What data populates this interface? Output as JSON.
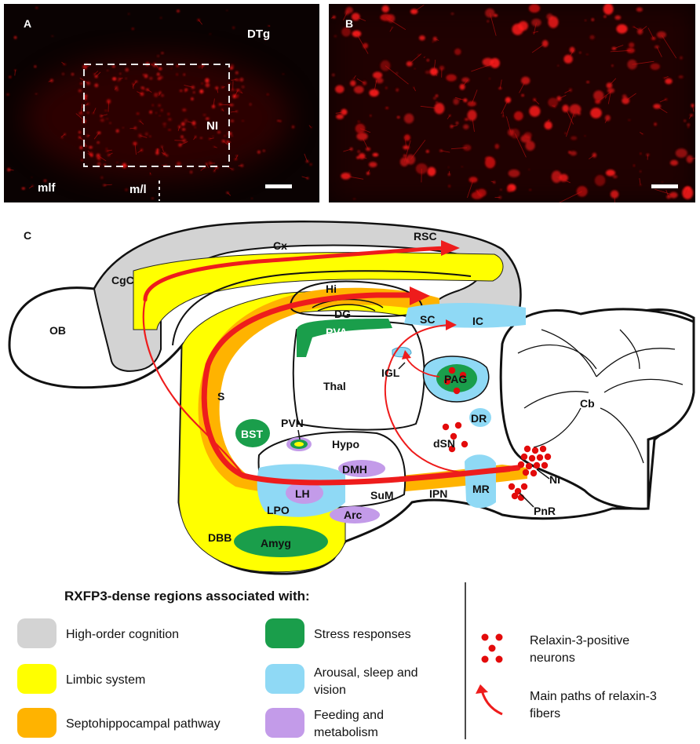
{
  "panels": {
    "a": {
      "letter": "A",
      "labels": {
        "dtg": "DTg",
        "ni": "NI",
        "mlf": "mlf",
        "ml": "m/l"
      }
    },
    "b": {
      "letter": "B"
    },
    "c": {
      "letter": "C",
      "regions": {
        "cx": "Cx",
        "rsc": "RSC",
        "cgc": "CgC",
        "ob": "OB",
        "hi": "Hi",
        "dg": "DG",
        "pva": "PVA",
        "sc": "SC",
        "ic": "IC",
        "thal": "Thal",
        "igl": "IGL",
        "pag": "PAG",
        "cb": "Cb",
        "s": "S",
        "pvn": "PVN",
        "bst": "BST",
        "hypo": "Hypo",
        "dsn": "dSN",
        "dr": "DR",
        "dmh": "DMH",
        "lh": "LH",
        "lpo": "LPO",
        "sum": "SuM",
        "ipn": "IPN",
        "mr": "MR",
        "ni": "NI",
        "pnr": "PnR",
        "arc": "Arc",
        "dbb": "DBB",
        "amyg": "Amyg"
      }
    }
  },
  "legend": {
    "title": "RXFP3-dense regions associated with:",
    "items": [
      {
        "label": "High-order cognition",
        "color": "#d3d3d3"
      },
      {
        "label": "Limbic system",
        "color": "#ffff00"
      },
      {
        "label": "Septohippocampal pathway",
        "color": "#ffb300"
      },
      {
        "label": "Stress responses",
        "color": "#1a9e4b"
      },
      {
        "label": "Arousal, sleep and vision",
        "color": "#8fd9f5"
      },
      {
        "label": "Feeding and metabolism",
        "color": "#c39be9"
      }
    ],
    "neurons_label_1": "Relaxin-3-positive",
    "neurons_label_2": "neurons",
    "fibers_label_1": "Main paths of relaxin-3",
    "fibers_label_2": "fibers"
  },
  "colors": {
    "neuron_red": "#e30b0b",
    "fiber_red": "#ee1c1c",
    "cortex_gray": "#d3d3d3",
    "limbic_yellow": "#ffff00",
    "septo_orange": "#ffb300",
    "stress_green": "#1a9e4b",
    "arousal_blue": "#8fd9f5",
    "feeding_purple": "#c39be9"
  }
}
